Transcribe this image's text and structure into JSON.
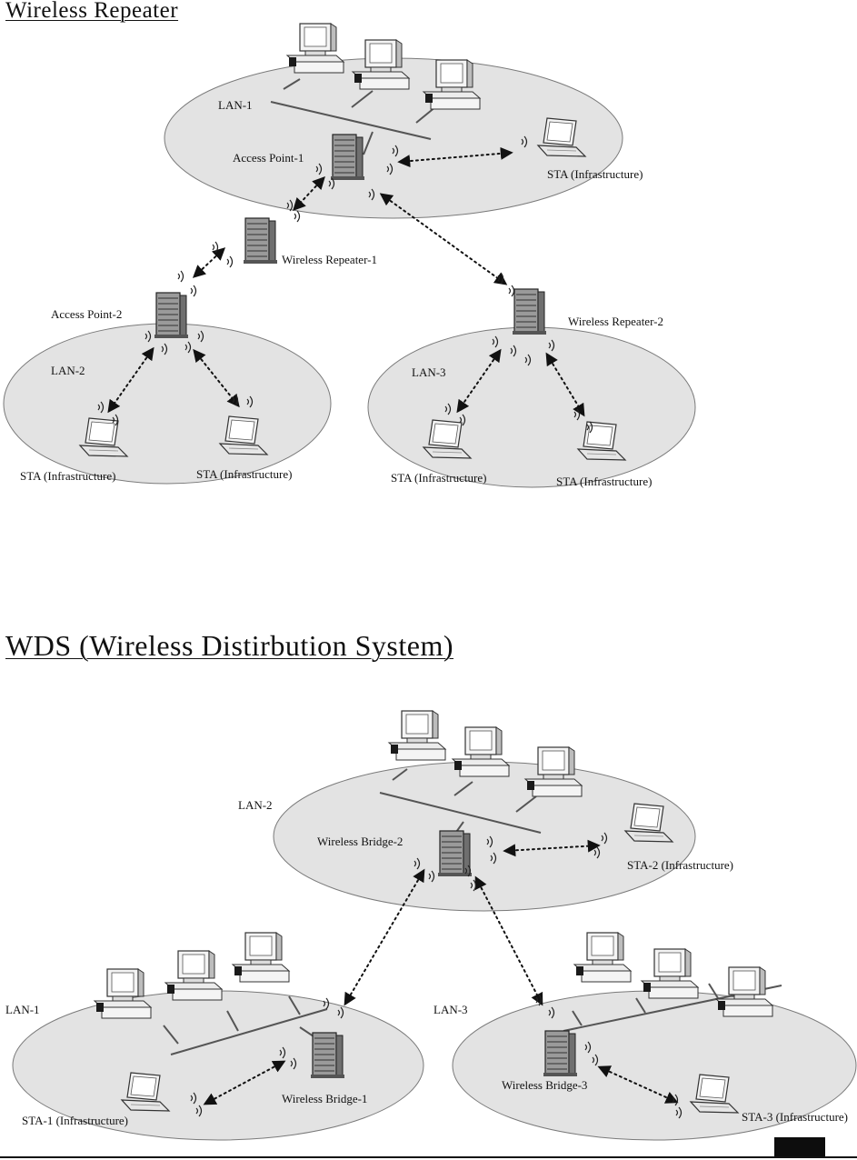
{
  "section_repeater": {
    "title": "Wireless Repeater",
    "labels": {
      "lan1": "LAN-1",
      "lan2": "LAN-2",
      "lan3": "LAN-3",
      "ap1": "Access Point-1",
      "ap2": "Access Point-2",
      "rep1": "Wireless Repeater-1",
      "rep2": "Wireless Repeater-2",
      "sta_a": "STA (Infrastructure)",
      "sta_b": "STA (Infrastructure)",
      "sta_c": "STA (Infrastructure)",
      "sta_d": "STA (Infrastructure)",
      "sta_e": "STA (Infrastructure)"
    }
  },
  "section_wds": {
    "title": "WDS (Wireless Distirbution System)",
    "labels": {
      "lan1": "LAN-1",
      "lan2": "LAN-2",
      "lan3": "LAN-3",
      "br1": "Wireless Bridge-1",
      "br2": "Wireless Bridge-2",
      "br3": "Wireless Bridge-3",
      "sta1": "STA-1 (Infrastructure)",
      "sta2": "STA-2 (Infrastructure)",
      "sta3": "STA-3 (Infrastructure)"
    }
  }
}
